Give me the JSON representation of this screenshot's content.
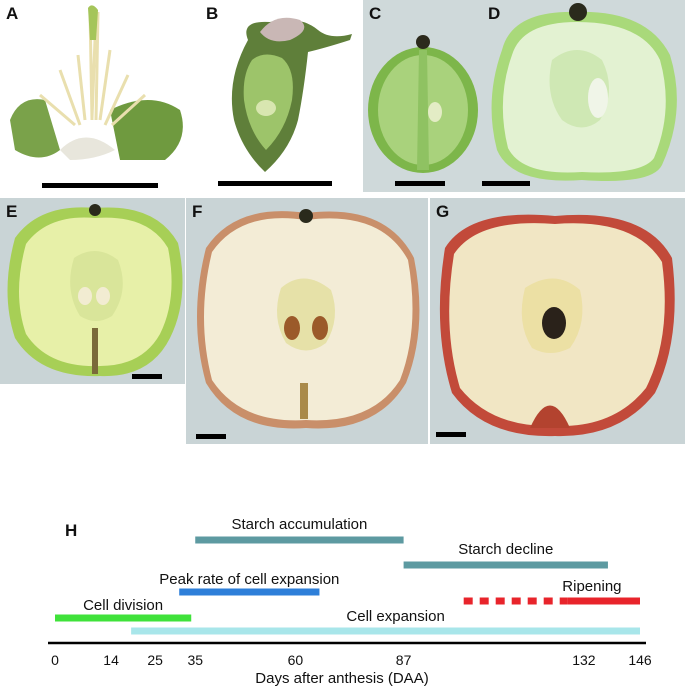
{
  "panels": [
    {
      "label": "A"
    },
    {
      "label": "B"
    },
    {
      "label": "C"
    },
    {
      "label": "D"
    },
    {
      "label": "E"
    },
    {
      "label": "F"
    },
    {
      "label": "G"
    }
  ],
  "timeline": {
    "label": "H",
    "axis_label": "Days after anthesis (DAA)",
    "ticks": [
      0,
      14,
      25,
      35,
      60,
      87,
      132,
      146
    ],
    "tick_labels": [
      "0",
      "14",
      "25",
      "35",
      "60",
      "87",
      "132",
      "146"
    ],
    "phases": [
      {
        "label": "Starch accumulation",
        "start": 35,
        "end": 87,
        "color": "#5d9aa1",
        "style": "solid"
      },
      {
        "label": "Starch decline",
        "start": 87,
        "end": 138,
        "color": "#5d9aa1",
        "style": "solid"
      },
      {
        "label": "Peak rate of cell expansion",
        "start": 31,
        "end": 66,
        "color": "#2e7fd9",
        "style": "solid"
      },
      {
        "label": "Ripening",
        "start": 102,
        "end": 146,
        "dashed_until": 128,
        "color": "#e8242b",
        "style": "dashed-then-solid"
      },
      {
        "label": "Cell division",
        "start": 0,
        "end": 34,
        "color": "#3fe23a",
        "style": "solid"
      },
      {
        "label": "Cell expansion",
        "start": 19,
        "end": 146,
        "color": "#a8e6ea",
        "style": "solid"
      }
    ]
  }
}
